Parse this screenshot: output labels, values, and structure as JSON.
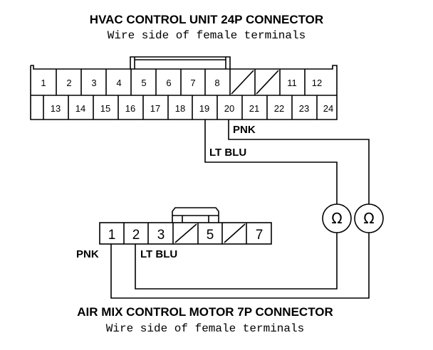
{
  "connector24": {
    "title": "HVAC CONTROL UNIT 24P CONNECTOR",
    "subtitle": "Wire side of female terminals",
    "row1": [
      "1",
      "2",
      "3",
      "4",
      "5",
      "6",
      "7",
      "8",
      "",
      "",
      "11",
      "12"
    ],
    "row2": [
      "13",
      "14",
      "15",
      "16",
      "17",
      "18",
      "19",
      "20",
      "21",
      "22",
      "23",
      "24"
    ]
  },
  "connector7": {
    "title": "AIR MIX CONTROL MOTOR 7P CONNECTOR",
    "subtitle": "Wire side of female terminals",
    "pins": [
      "1",
      "2",
      "3",
      "",
      "5",
      "",
      "7"
    ]
  },
  "wires": {
    "pnk_top": "PNK",
    "ltblu_top": "LT BLU",
    "pnk_bottom": "PNK",
    "ltblu_bottom": "LT BLU"
  },
  "meters": {
    "symbol": "Ω"
  }
}
